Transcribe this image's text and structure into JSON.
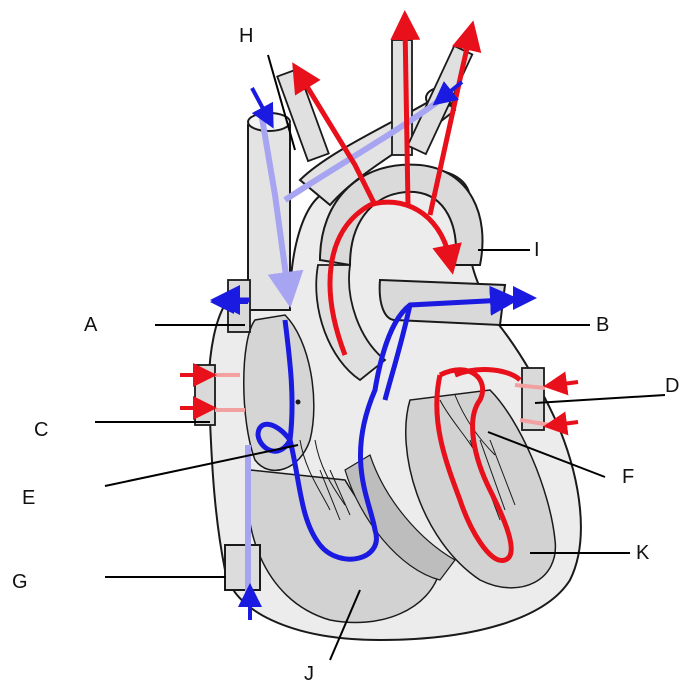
{
  "labels": {
    "A": "A",
    "B": "B",
    "C": "C",
    "D": "D",
    "E": "E",
    "F": "F",
    "G": "G",
    "H": "H",
    "I": "I",
    "J": "J",
    "K": "K"
  },
  "colors": {
    "oxygenated": "#e8101a",
    "deoxygenated": "#1a1ae0",
    "deoxygenated_light": "#a7a4f2",
    "oxygenated_light": "#f2a0a0",
    "tissue": "#dcdcdc",
    "tissue_dark": "#bdbdbd",
    "outline": "#1a1a1a"
  },
  "icons": {
    "arrow_blue": "blue-arrow-icon",
    "arrow_red": "red-arrow-icon"
  }
}
